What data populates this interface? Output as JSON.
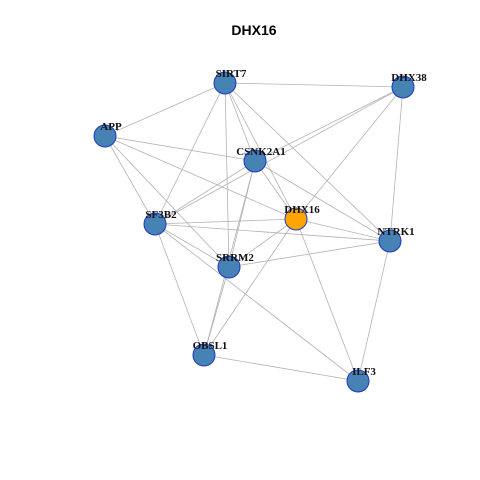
{
  "title": "DHX16",
  "colors": {
    "node_default": "#4682b4",
    "node_focus": "#ffa500",
    "node_border": "#1f35c8",
    "edge": "#b3b3b3",
    "background": "#ffffff"
  },
  "focus_node": "DHX16",
  "nodes": [
    {
      "id": "SIRT7",
      "label": "SIRT7"
    },
    {
      "id": "DHX38",
      "label": "DHX38"
    },
    {
      "id": "APP",
      "label": "APP"
    },
    {
      "id": "CSNK2A1",
      "label": "CSNK2A1"
    },
    {
      "id": "DHX16",
      "label": "DHX16"
    },
    {
      "id": "SF3B2",
      "label": "SF3B2"
    },
    {
      "id": "NTRK1",
      "label": "NTRK1"
    },
    {
      "id": "SRRM2",
      "label": "SRRM2"
    },
    {
      "id": "OBSL1",
      "label": "OBSL1"
    },
    {
      "id": "ILF3",
      "label": "ILF3"
    }
  ],
  "edges": [
    [
      "SIRT7",
      "DHX38"
    ],
    [
      "SIRT7",
      "APP"
    ],
    [
      "SIRT7",
      "CSNK2A1"
    ],
    [
      "SIRT7",
      "DHX16"
    ],
    [
      "SIRT7",
      "SF3B2"
    ],
    [
      "SIRT7",
      "SRRM2"
    ],
    [
      "SIRT7",
      "NTRK1"
    ],
    [
      "DHX38",
      "CSNK2A1"
    ],
    [
      "DHX38",
      "DHX16"
    ],
    [
      "DHX38",
      "SF3B2"
    ],
    [
      "DHX38",
      "NTRK1"
    ],
    [
      "APP",
      "CSNK2A1"
    ],
    [
      "APP",
      "DHX16"
    ],
    [
      "APP",
      "SF3B2"
    ],
    [
      "APP",
      "SRRM2"
    ],
    [
      "CSNK2A1",
      "DHX16"
    ],
    [
      "CSNK2A1",
      "SF3B2"
    ],
    [
      "CSNK2A1",
      "SRRM2"
    ],
    [
      "CSNK2A1",
      "OBSL1"
    ],
    [
      "CSNK2A1",
      "NTRK1"
    ],
    [
      "DHX16",
      "SF3B2"
    ],
    [
      "DHX16",
      "SRRM2"
    ],
    [
      "DHX16",
      "NTRK1"
    ],
    [
      "DHX16",
      "OBSL1"
    ],
    [
      "DHX16",
      "ILF3"
    ],
    [
      "SF3B2",
      "SRRM2"
    ],
    [
      "SF3B2",
      "NTRK1"
    ],
    [
      "SF3B2",
      "OBSL1"
    ],
    [
      "SF3B2",
      "ILF3"
    ],
    [
      "SRRM2",
      "NTRK1"
    ],
    [
      "SRRM2",
      "OBSL1"
    ],
    [
      "NTRK1",
      "ILF3"
    ],
    [
      "OBSL1",
      "ILF3"
    ]
  ]
}
